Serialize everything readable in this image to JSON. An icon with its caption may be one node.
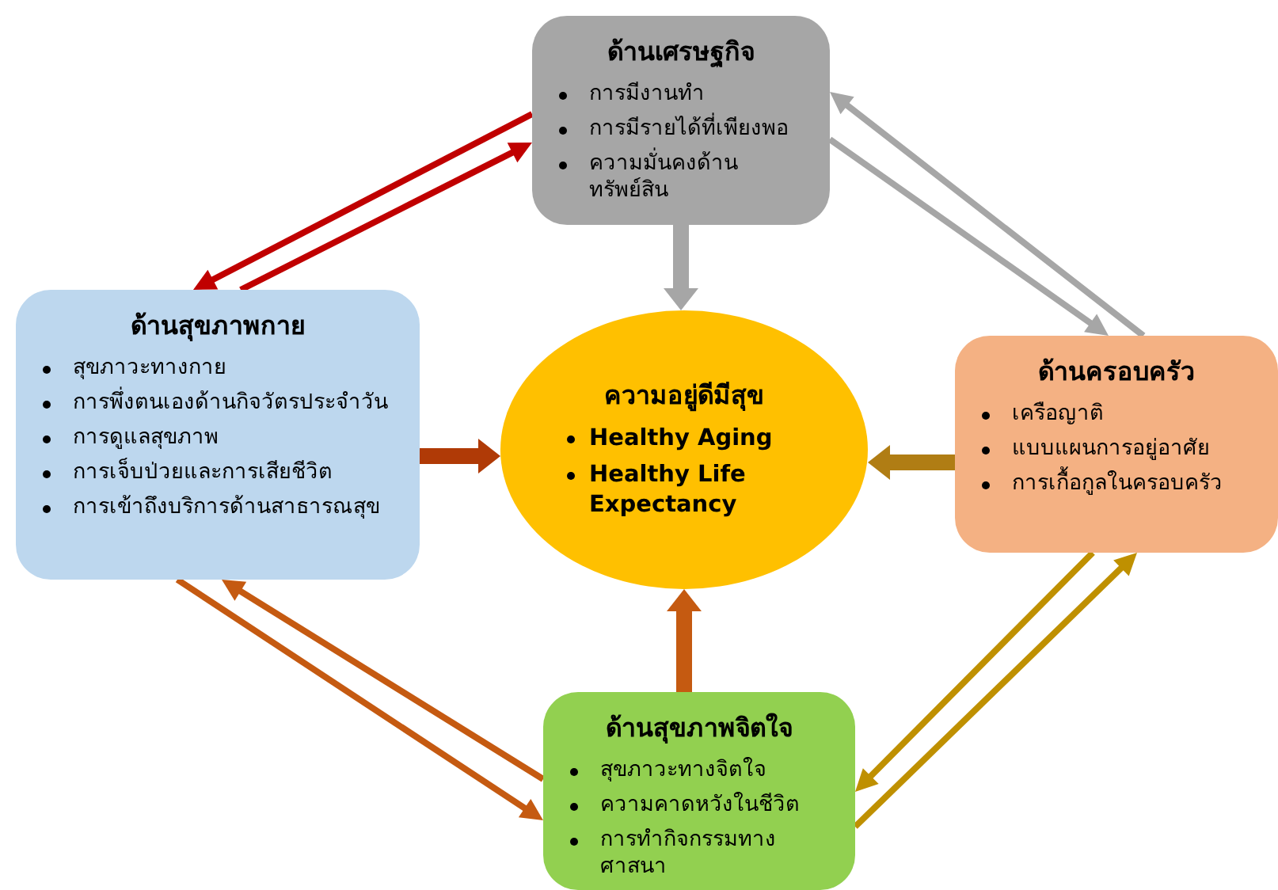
{
  "diagram": {
    "nodes": [
      {
        "text": [
          "ด้านเศรษฐกิจ",
          "การมีงานทำ",
          "การมีรายได้ที่เพียงพอ",
          "ความมั่นคงด้านทรัพย์สิน"
        ]
      },
      {
        "text": [
          "ด้านสุขภาพกาย",
          "สุขภาวะทางกาย",
          "การพึ่งตนเองด้านกิจวัตรประจำวัน",
          "การดูแลสุขภาพ",
          "การเจ็บป่วยและการเสียชีวิต",
          "การเข้าถึงบริการด้านสาธารณสุข"
        ]
      },
      {
        "text": [
          "ความอยู่ดีมีสุข",
          "Healthy Aging",
          "Healthy Life Expectancy"
        ]
      },
      {
        "text": [
          "ด้านครอบครัว",
          "เครือญาติ",
          "แบบแผนการอยู่อาศัย",
          "การเกื้อกูลในครอบครัว"
        ]
      },
      {
        "text": [
          "ด้านสุขภาพจิตใจ",
          "สุขภาวะทางจิตใจ",
          "ความคาดหวังในชีวิต",
          "การทำกิจกรรมทางศาสนา"
        ]
      }
    ],
    "edges": [
      {
        "from": 0,
        "to": 2,
        "arrow": "to",
        "style": "thick",
        "color": "#a6a6a6"
      },
      {
        "from": 1,
        "to": 2,
        "arrow": "to",
        "style": "thick",
        "color": "#b03a06"
      },
      {
        "from": 3,
        "to": 2,
        "arrow": "to",
        "style": "thick",
        "color": "#b07d14"
      },
      {
        "from": 4,
        "to": 2,
        "arrow": "to",
        "style": "thick",
        "color": "#c55a11"
      },
      {
        "from": 0,
        "to": 1,
        "arrow": "to",
        "color": "#c00000"
      },
      {
        "from": 1,
        "to": 0,
        "arrow": "to",
        "color": "#c00000"
      },
      {
        "from": 3,
        "to": 0,
        "arrow": "to",
        "color": "#a6a6a6"
      },
      {
        "from": 0,
        "to": 3,
        "arrow": "to",
        "color": "#a6a6a6"
      },
      {
        "from": 4,
        "to": 1,
        "arrow": "to",
        "color": "#c55a11"
      },
      {
        "from": 1,
        "to": 4,
        "arrow": "to",
        "color": "#c55a11"
      },
      {
        "from": 3,
        "to": 4,
        "arrow": "to",
        "color": "#bf9000"
      },
      {
        "from": 4,
        "to": 3,
        "arrow": "to",
        "color": "#bf9000"
      }
    ]
  }
}
